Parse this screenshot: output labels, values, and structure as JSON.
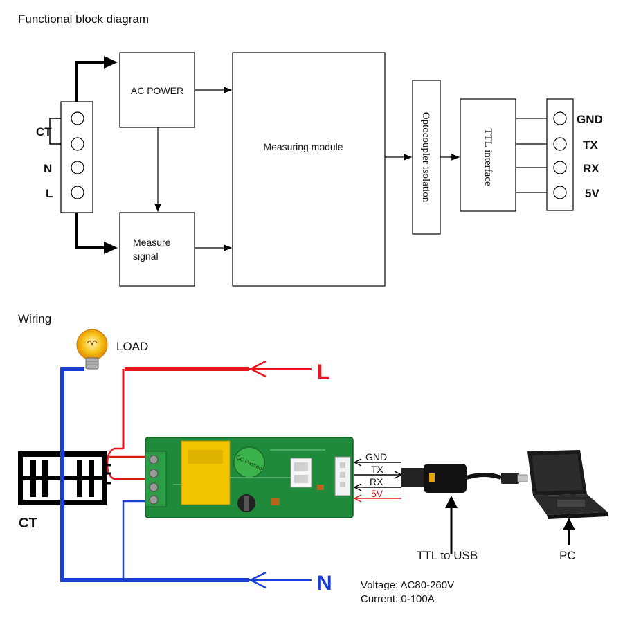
{
  "block_diagram": {
    "title": "Functional block diagram",
    "input_terminals": [
      "CT",
      "N",
      "L"
    ],
    "blocks": {
      "ac_power": "AC POWER",
      "measure_signal_line1": "Measure",
      "measure_signal_line2": "signal",
      "measuring_module": "Measuring module",
      "optocoupler": "Optocoupler isolation",
      "ttl": "TTL interface"
    },
    "output_pins": [
      "GND",
      "TX",
      "RX",
      "5V"
    ]
  },
  "wiring": {
    "title": "Wiring",
    "load_label": "LOAD",
    "line_label": "L",
    "neutral_label": "N",
    "ct_label": "CT",
    "pins": [
      "GND",
      "TX",
      "RX",
      "5V"
    ],
    "ttl_usb_label": "TTL to USB",
    "pc_label": "PC",
    "spec_voltage": "Voltage: AC80-260V",
    "spec_current": "Current: 0-100A",
    "board_qc_label": "QC Passed"
  },
  "colors": {
    "line_red": "#e8141c",
    "neutral_blue": "#1a3fd6",
    "board_green": "#1f8a3a",
    "transformer_yellow": "#f2c400",
    "bulb_yellow": "#f7c21a",
    "pin_5v_red": "#e8141c"
  }
}
